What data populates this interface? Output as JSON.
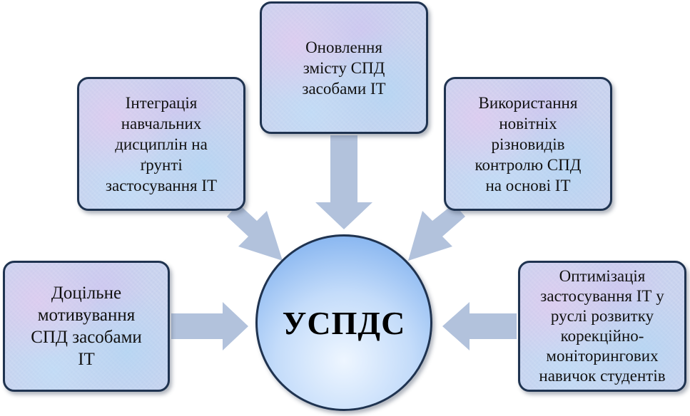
{
  "center": {
    "label": "УСПДС"
  },
  "boxes": {
    "left": "Доцільне\nмотивування\nСПД засобами\nІТ",
    "upper_left": "Інтеграція\nнавчальних\nдисциплін на\nґрунті\nзастосування ІТ",
    "top": "Оновлення\nзмісту СПД\nзасобами ІТ",
    "upper_right": "Використання\nновітніх\nрізновидів\nконтролю СПД\nна основі ІТ",
    "right": "Оптимізація\nзастосування ІТ у\nруслі розвитку\nкорекційно-\nмоніторингових\nнавичок студентів"
  },
  "colors": {
    "arrow": "#b2c2dc",
    "box_border": "#1f3350",
    "circle_top": "#6fa6ec",
    "circle_center": "#eef6ff"
  }
}
